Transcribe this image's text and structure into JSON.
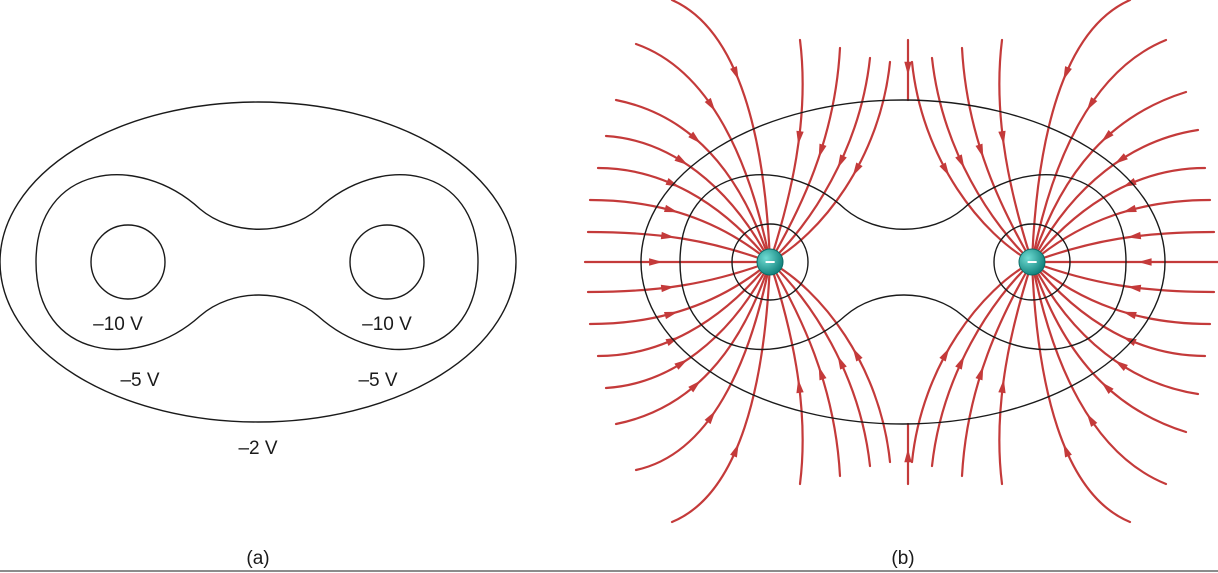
{
  "panel_a": {
    "labels": {
      "left_inner": "–10 V",
      "right_inner": "–10 V",
      "left_middle": "–5 V",
      "right_middle": "–5 V",
      "outer": "–2 V"
    },
    "caption": "(a)"
  },
  "panel_b": {
    "caption": "(b)",
    "charge_sign": "−",
    "colors": {
      "field_line": "#c43a3a",
      "equipotential": "#1a1a1a",
      "charge_fill": "#17a19a",
      "charge_highlight": "#6fdcd3"
    }
  }
}
